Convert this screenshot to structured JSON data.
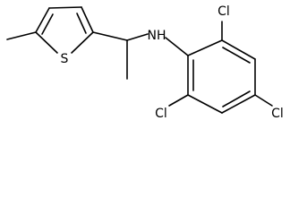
{
  "structure": {
    "atoms": {
      "sulfur": "S",
      "amine": "NH",
      "chlorine_top": "Cl",
      "chlorine_right": "Cl",
      "chlorine_bottom": "Cl"
    },
    "colors": {
      "bonds": "#000000",
      "labels": "#000000",
      "background": "#ffffff"
    }
  }
}
